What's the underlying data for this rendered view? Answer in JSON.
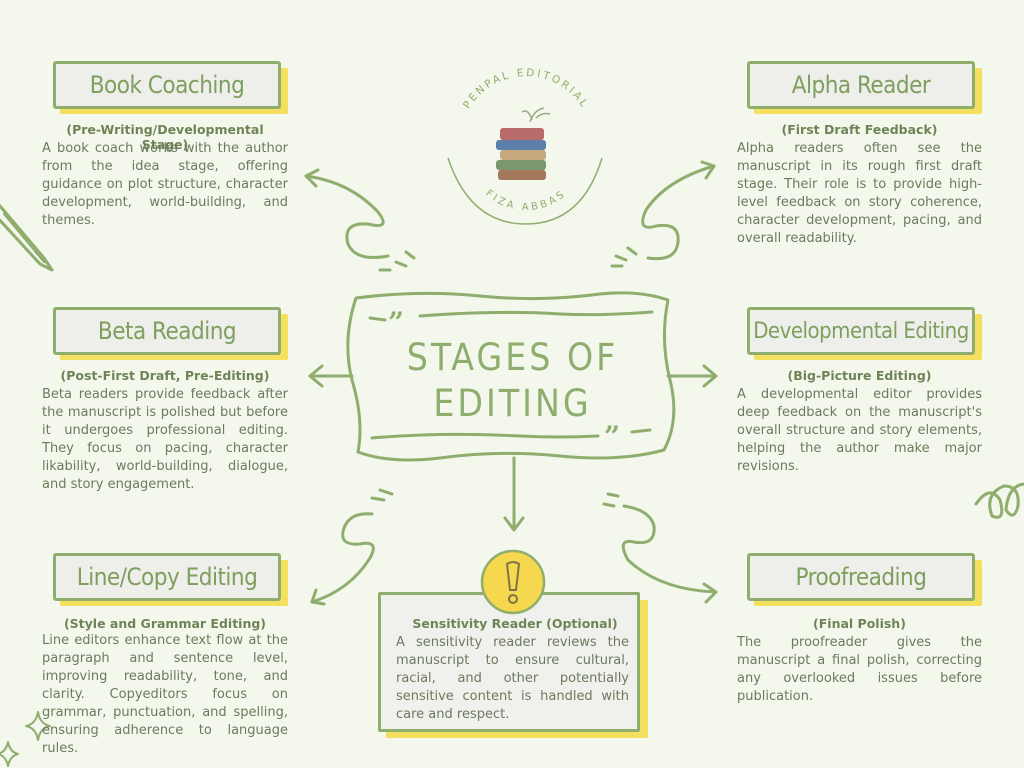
{
  "logo": {
    "top_text": "PENPAL EDITORIAL",
    "bottom_text": "FIZA ABBAS",
    "icon": "book-stack-icon"
  },
  "center": {
    "title_line1": "STAGES OF",
    "title_line2": "EDITING"
  },
  "stages": {
    "book_coaching": {
      "title": "Book Coaching",
      "subtitle": "(Pre-Writing/Developmental Stage)",
      "description": "A book coach works with the author from the idea stage, offering guidance on plot structure, character development, world-building, and themes."
    },
    "alpha_reader": {
      "title": "Alpha Reader",
      "subtitle": "(First Draft Feedback)",
      "description": "Alpha readers often see the manuscript in its rough first draft stage. Their role is to provide high-level feedback on story coherence, character development, pacing, and overall readability."
    },
    "beta_reading": {
      "title": "Beta Reading",
      "subtitle": "(Post-First Draft, Pre-Editing)",
      "description": "Beta readers provide feedback after the manuscript is polished but before it undergoes professional editing. They focus on pacing, character likability, world-building, dialogue, and story engagement."
    },
    "developmental_editing": {
      "title": "Developmental Editing",
      "subtitle": "(Big-Picture Editing)",
      "description": "A developmental editor provides deep feedback on the manuscript's overall structure and story elements, helping the author make major revisions."
    },
    "line_copy_editing": {
      "title": "Line/Copy Editing",
      "subtitle": "(Style and Grammar Editing)",
      "description": "Line editors enhance text flow at the paragraph and sentence level, improving readability, tone, and clarity. Copyeditors focus on grammar, punctuation, and spelling, ensuring adherence to language rules."
    },
    "proofreading": {
      "title": "Proofreading",
      "subtitle": "(Final Polish)",
      "description": "The proofreader gives the manuscript a final polish, correcting any overlooked issues before publication."
    },
    "sensitivity_reader": {
      "subtitle": "Sensitivity Reader (Optional)",
      "description": "A sensitivity reader reviews the manuscript to ensure cultural, racial, and other potentially sensitive content is handled with care and respect.",
      "icon": "exclamation-icon"
    }
  },
  "colors": {
    "background": "#f3f7ec",
    "green": "#8fae6e",
    "yellow": "#f5df5e",
    "text": "#6c7a5d"
  }
}
